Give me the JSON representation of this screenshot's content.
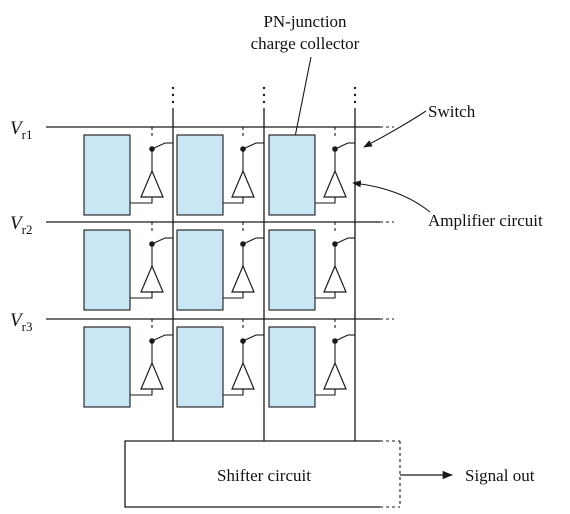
{
  "labels": {
    "collector_line1": "PN-junction",
    "collector_line2": "charge collector",
    "switch": "Switch",
    "amplifier": "Amplifier circuit",
    "shifter": "Shifter circuit",
    "signal_out": "Signal out"
  },
  "rows": [
    {
      "v": "V",
      "sub": "r1"
    },
    {
      "v": "V",
      "sub": "r2"
    },
    {
      "v": "V",
      "sub": "r3"
    }
  ]
}
